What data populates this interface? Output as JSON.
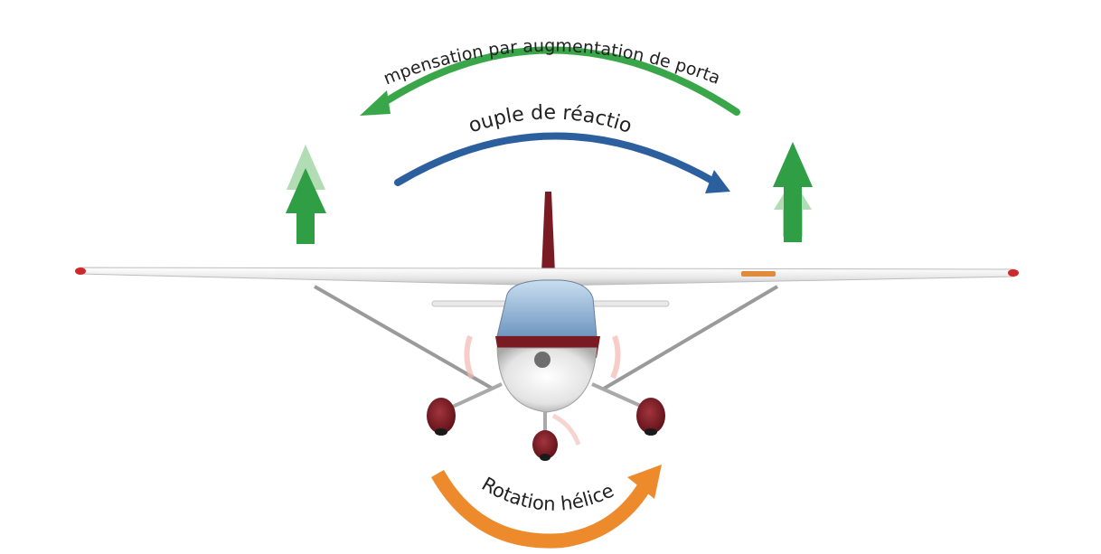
{
  "labels": {
    "compensation": "Compensation par augmentation de portance",
    "reaction_torque": "Couple de réaction",
    "propeller_rotation": "Rotation hélice"
  },
  "colors": {
    "compensation_arrow": "#3aa64a",
    "reaction_arrow": "#2b5f9e",
    "rotation_arrow": "#ec8a2c",
    "lift_arrow": "#2f9e44",
    "lift_arrow_ghost": "#a8d8ac",
    "wing": "#f1f1f1",
    "trim": "#7a1a22",
    "canopy": "#8fb3d6"
  },
  "icons": {
    "lift_left": "up-arrow-icon",
    "lift_right": "up-arrow-icon",
    "aircraft": "airplane-front-view"
  }
}
